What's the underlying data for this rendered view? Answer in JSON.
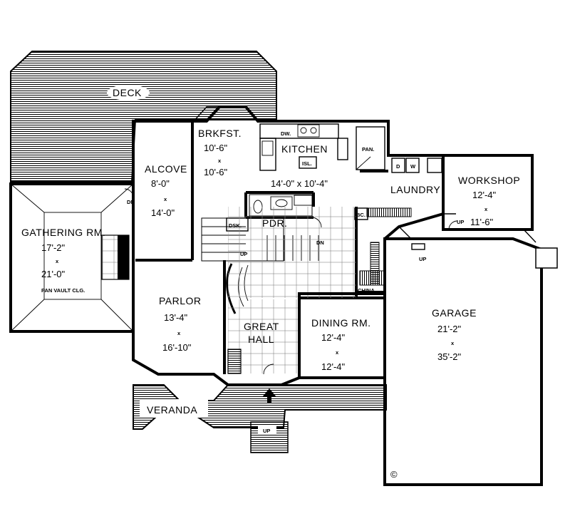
{
  "rooms": {
    "deck": "DECK",
    "brkfst": {
      "name": "BRKFST.",
      "w": "10'-6\"",
      "x": "x",
      "l": "10'-6\""
    },
    "kitchen": {
      "name": "KITCHEN",
      "dim": "14'-0\" x 10'-4\""
    },
    "alcove": {
      "name": "ALCOVE",
      "w": "8'-0\"",
      "x": "x",
      "l": "14'-0\""
    },
    "gathering": {
      "name": "GATHERING RM.",
      "w": "17'-2\"",
      "x": "x",
      "l": "21'-0\"",
      "note": "PAN VAULT CLG."
    },
    "laundry": "LAUNDRY",
    "workshop": {
      "name": "WORKSHOP",
      "w": "12'-4\"",
      "x": "x",
      "l": "11'-6\""
    },
    "pdr": "PDR.",
    "parlor": {
      "name": "PARLOR",
      "w": "13'-4\"",
      "x": "x",
      "l": "16'-10\""
    },
    "great_hall": {
      "line1": "GREAT",
      "line2": "HALL"
    },
    "dining": {
      "name": "DINING RM.",
      "w": "12'-4\"",
      "x": "x",
      "l": "12'-4\""
    },
    "garage": {
      "name": "GARAGE",
      "w": "21'-2\"",
      "x": "x",
      "l": "35'-2\""
    },
    "veranda": "VERANDA"
  },
  "fixtures": {
    "dw": "DW.",
    "isl": "ISL.",
    "pan": "PAN.",
    "dsk": "DSK.",
    "bc": "BC.",
    "china": "CHINA",
    "d": "D",
    "w": "W"
  },
  "stairs": {
    "dn_alcove": "DN",
    "up_hall": "UP",
    "dn_hall": "DN",
    "up_workshop": "UP",
    "up_garage": "UP",
    "up_entry": "UP"
  },
  "copyright": "©"
}
